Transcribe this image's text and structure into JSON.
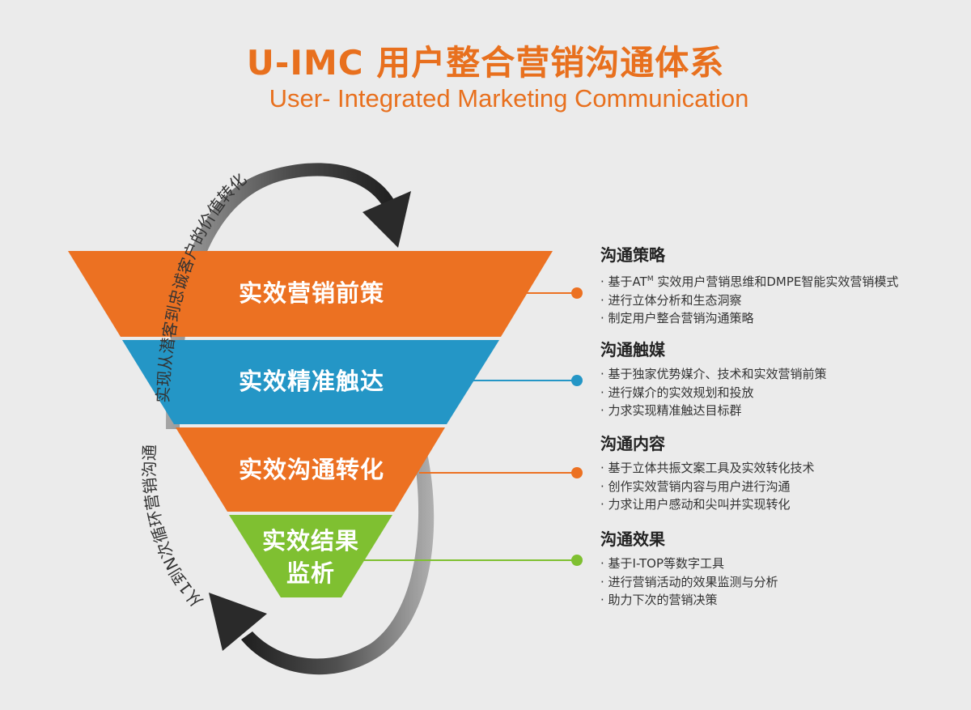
{
  "header": {
    "title": "U-IMC 用户整合营销沟通体系",
    "subtitle": "User- Integrated Marketing Communication"
  },
  "cycle": {
    "upper_text": "实现从潜客到忠诚客户的价值转化",
    "lower_text": "从1到N次循环营销沟通"
  },
  "stages": [
    {
      "label": "实效营销前策",
      "color": "#ec7122",
      "dot_color": "#ec7122",
      "section_title": "沟通策略",
      "items": [
        "基于AT",
        "进行立体分析和生态洞察",
        "制定用户整合营销沟通策略"
      ],
      "item_sup": "M",
      "item_suffix": " 实效用户营销思维和DMPE智能实效营销模式"
    },
    {
      "label": "实效精准触达",
      "color": "#2496c6",
      "dot_color": "#2496c6",
      "section_title": "沟通触媒",
      "items": [
        "基于独家优势媒介、技术和实效营销前策",
        "进行媒介的实效规划和投放",
        "力求实现精准触达目标群"
      ]
    },
    {
      "label": "实效沟通转化",
      "color": "#ec7122",
      "dot_color": "#ec7122",
      "section_title": "沟通内容",
      "items": [
        "基于立体共振文案工具及实效转化技术",
        "创作实效营销内容与用户进行沟通",
        "力求让用户感动和尖叫并实现转化"
      ]
    },
    {
      "label": "实效结果",
      "label_line2": "监析",
      "color": "#7fc031",
      "dot_color": "#7fc031",
      "section_title": "沟通效果",
      "items": [
        "基于I-TOP等数字工具",
        "进行营销活动的效果监测与分析",
        "助力下次的营销决策"
      ]
    }
  ],
  "colors": {
    "accent": "#e8701e",
    "background": "#ebebeb",
    "arrow": "#3a3a3a"
  }
}
